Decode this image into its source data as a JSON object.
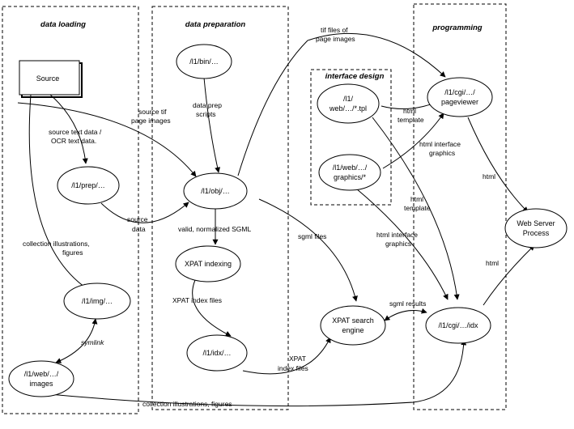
{
  "groups": {
    "data_loading": "data loading",
    "data_preparation": "data preparation",
    "interface_design": "interface design",
    "programming": "programming"
  },
  "nodes": {
    "source": "Source",
    "l1_bin": "/l1/bin/…",
    "l1_prep": "/l1/prep/…",
    "l1_obj": "/l1/obj/…",
    "xpat_indexing": "XPAT indexing",
    "l1_img": "/l1/img/…",
    "l1_idx": "/l1/idx/…",
    "l1_web_images": [
      "/l1/web/…/",
      "images"
    ],
    "l1_web_tpl": [
      "/l1/",
      "web/…/*.tpl"
    ],
    "l1_web_graphics": [
      "/l1/web/…/",
      "graphics/*"
    ],
    "xpat_search": [
      "XPAT search",
      "engine"
    ],
    "pageviewer": [
      "/l1/cgi/…/",
      "pageviewer"
    ],
    "cgi_idx": "/l1/cgi/…/idx",
    "web_server": [
      "Web Server",
      "Process"
    ]
  },
  "edge_labels": {
    "source_tif": [
      "source tif",
      "page images"
    ],
    "source_text": [
      "source  text data /",
      "OCR text data."
    ],
    "collection_illus": [
      "collection illustrations,",
      "figures"
    ],
    "symlink": "symlink",
    "data_prep_scripts": [
      "data prep",
      "scripts"
    ],
    "source_data": [
      "source",
      "data"
    ],
    "valid_sgml": "valid, normalized SGML",
    "xpat_index_files_1": "XPAT index files",
    "xpat_index_files_2": [
      "XPAT",
      "index files"
    ],
    "tif_files": [
      "tif files of",
      "page images"
    ],
    "sgml_files": "sgml files",
    "html_template_1": [
      "html",
      "template"
    ],
    "html_interface_graphics_1": [
      "html interface",
      "graphics"
    ],
    "html_template_2": [
      "html",
      "template"
    ],
    "html_interface_graphics_2": [
      "html interface",
      "graphics"
    ],
    "html_1": "html",
    "html_2": "html",
    "sgml_results": "sgml results",
    "collection_illus_bottom": "collection illustrations, figures"
  }
}
